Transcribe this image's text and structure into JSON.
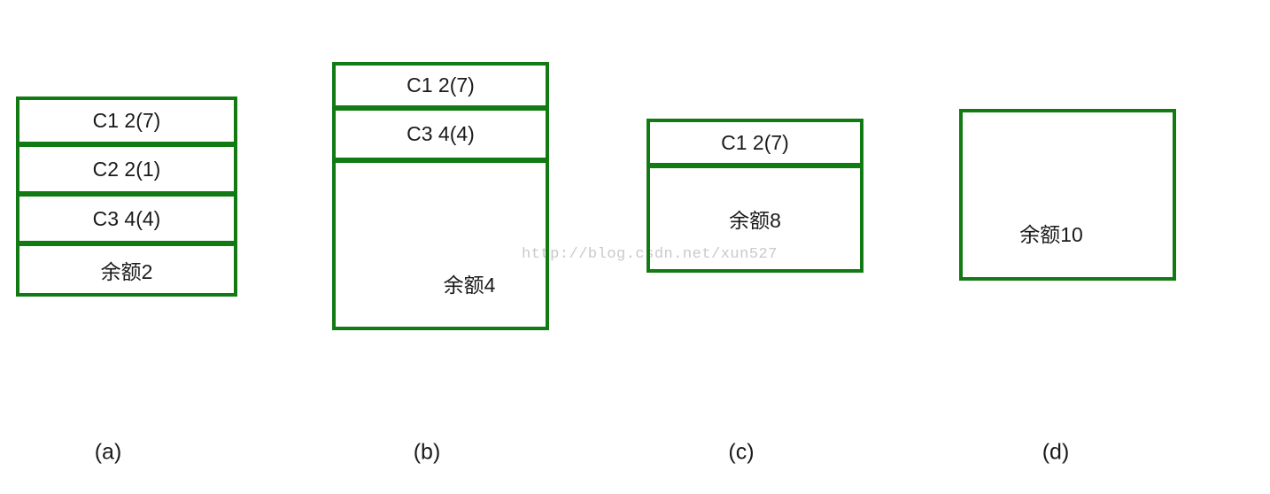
{
  "watermark": {
    "text": "http://blog.csdn.net/xun527",
    "color": "#c9c9c9"
  },
  "colors": {
    "box_border_green": "#127a12",
    "box_text": "#1a1a1a",
    "background": "#ffffff"
  },
  "diagrams": [
    {
      "label": "(a)",
      "segments": [
        "C1 2(7)",
        "C2 2(1)",
        "C3 4(4)",
        "余额2"
      ]
    },
    {
      "label": "(b)",
      "segments": [
        "C1 2(7)",
        "C3 4(4)",
        "余额4"
      ]
    },
    {
      "label": "(c)",
      "segments": [
        "C1 2(7)",
        "余额8"
      ]
    },
    {
      "label": "(d)",
      "segments": [
        "余额10"
      ]
    }
  ]
}
